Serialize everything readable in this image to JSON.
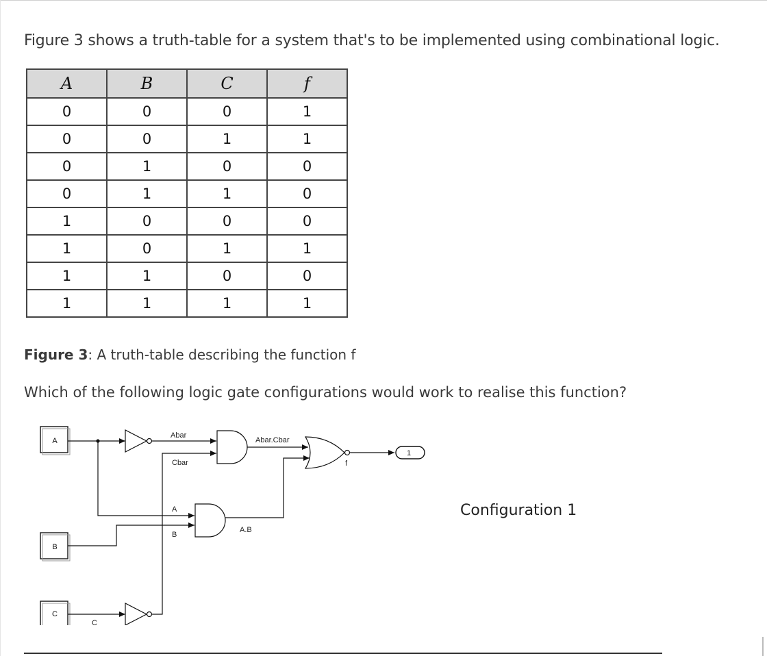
{
  "intro_text": "Figure 3 shows a truth-table for a system that's to be implemented using combinational logic.",
  "truth_table": {
    "headers": [
      "A",
      "B",
      "C",
      "f"
    ],
    "rows": [
      [
        "0",
        "0",
        "0",
        "1"
      ],
      [
        "0",
        "0",
        "1",
        "1"
      ],
      [
        "0",
        "1",
        "0",
        "0"
      ],
      [
        "0",
        "1",
        "1",
        "0"
      ],
      [
        "1",
        "0",
        "0",
        "0"
      ],
      [
        "1",
        "0",
        "1",
        "1"
      ],
      [
        "1",
        "1",
        "0",
        "0"
      ],
      [
        "1",
        "1",
        "1",
        "1"
      ]
    ]
  },
  "caption": {
    "label": "Figure 3",
    "text": ": A truth-table describing the function f"
  },
  "question_text": "Which of the following logic gate configurations would work to realise this function?",
  "circuit": {
    "inputs": {
      "a": "A",
      "b": "B",
      "c": "C"
    },
    "signals": {
      "abar": "Abar",
      "cbar": "Cbar",
      "abar_cbar": "Abar.Cbar",
      "a": "A",
      "b": "B",
      "ab": "A.B",
      "c": "C",
      "f": "f"
    },
    "output_value": "1"
  },
  "config_label": "Configuration 1"
}
